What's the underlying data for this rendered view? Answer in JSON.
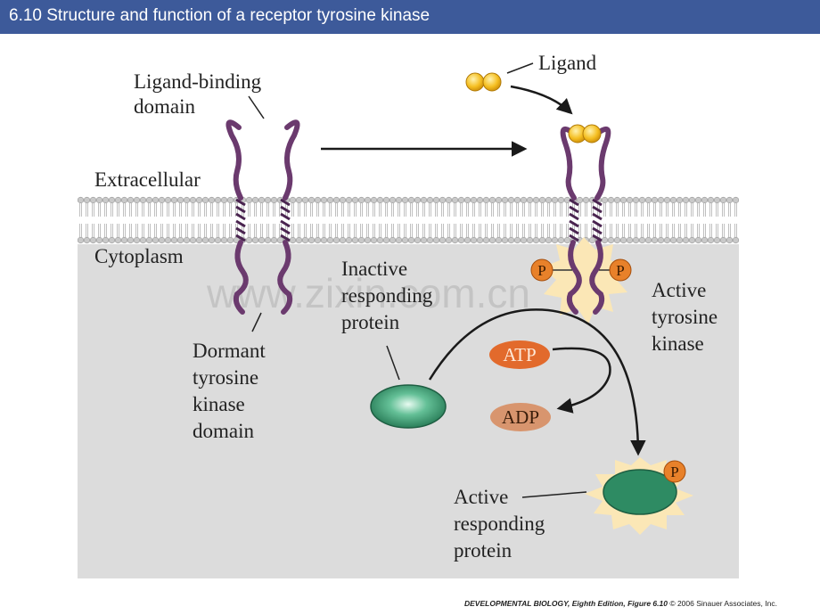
{
  "slide": {
    "title": "6.10  Structure and function of a receptor tyrosine kinase",
    "caption_book": "DEVELOPMENTAL BIOLOGY, Eighth Edition, Figure 6.10",
    "caption_copyright": "© 2006 Sinauer Associates, Inc.",
    "watermark": "www.zixin.com.cn"
  },
  "labels": {
    "ligand_binding": [
      "Ligand-binding",
      "domain"
    ],
    "ligand": "Ligand",
    "extracellular": "Extracellular",
    "cytoplasm": "Cytoplasm",
    "dormant": [
      "Dormant",
      "tyrosine",
      "kinase",
      "domain"
    ],
    "inactive": [
      "Inactive",
      "responding",
      "protein"
    ],
    "active_kinase": [
      "Active",
      "tyrosine",
      "kinase"
    ],
    "active_protein": [
      "Active",
      "responding",
      "protein"
    ],
    "atp": "ATP",
    "adp": "ADP",
    "phosphate": "P"
  },
  "colors": {
    "title_bar": "#3d5a9a",
    "receptor": "#6b3a6e",
    "cytoplasm_bg": "#dcdcdc",
    "protein": "#2e8b63",
    "phosphate": "#e8812a",
    "atp": "#e26a2c",
    "adp": "#d8956e",
    "ligand": "#f2b51c",
    "active_glow": "#fbe7b6"
  }
}
